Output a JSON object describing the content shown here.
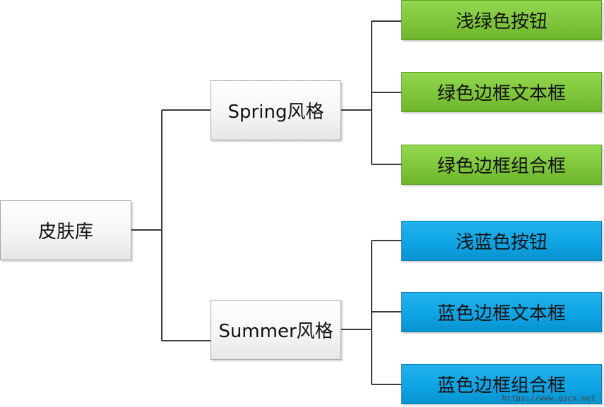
{
  "root": {
    "label": "皮肤库"
  },
  "styles": [
    {
      "label": "Spring风格",
      "color": "#7fc63b",
      "items": [
        "浅绿色按钮",
        "绿色边框文本框",
        "绿色边框组合框"
      ]
    },
    {
      "label": "Summer风格",
      "color": "#0ea5e4",
      "items": [
        "浅蓝色按钮",
        "蓝色边框文本框",
        "蓝色边框组合框"
      ]
    }
  ],
  "watermark": "https://www.gzcx.net"
}
